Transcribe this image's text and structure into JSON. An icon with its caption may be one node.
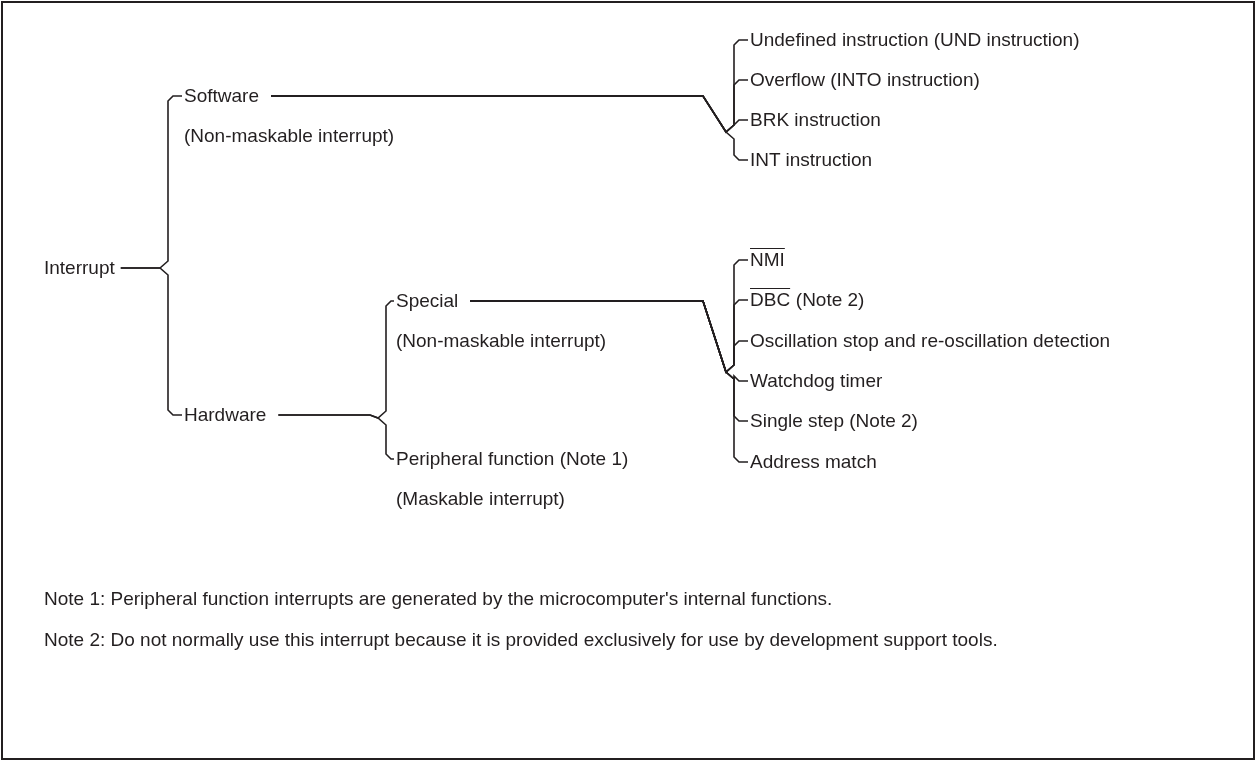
{
  "diagram": {
    "nodes": [
      {
        "text": [
          "Interrupt"
        ]
      },
      {
        "text": [
          "Software",
          "(Non-maskable interrupt)"
        ]
      },
      {
        "text": [
          "Hardware"
        ]
      },
      {
        "text": [
          "Undefined instruction (UND instruction)"
        ]
      },
      {
        "text": [
          "Overflow (INTO instruction)"
        ]
      },
      {
        "text": [
          "BRK instruction"
        ]
      },
      {
        "text": [
          "INT instruction"
        ]
      },
      {
        "text": [
          "Special",
          "(Non-maskable interrupt)"
        ]
      },
      {
        "text": [
          "Peripheral function (Note 1)",
          "(Maskable interrupt)"
        ]
      },
      {
        "text": [
          "NMI"
        ]
      },
      {
        "text": [
          "DBC",
          "(Note 2)"
        ]
      },
      {
        "text": [
          "Oscillation stop and re-oscillation detection"
        ]
      },
      {
        "text": [
          "Watchdog timer"
        ]
      },
      {
        "text": [
          "Single step (Note 2)"
        ]
      },
      {
        "text": [
          "Address match"
        ]
      }
    ],
    "edges": [
      {
        "from": 0,
        "to": 1,
        "arrow": "none"
      },
      {
        "from": 0,
        "to": 2,
        "arrow": "none"
      },
      {
        "from": 1,
        "to": 3,
        "arrow": "none"
      },
      {
        "from": 1,
        "to": 4,
        "arrow": "none"
      },
      {
        "from": 1,
        "to": 5,
        "arrow": "none"
      },
      {
        "from": 1,
        "to": 6,
        "arrow": "none"
      },
      {
        "from": 2,
        "to": 7,
        "arrow": "none"
      },
      {
        "from": 2,
        "to": 8,
        "arrow": "none"
      },
      {
        "from": 7,
        "to": 9,
        "arrow": "none"
      },
      {
        "from": 7,
        "to": 10,
        "arrow": "none"
      },
      {
        "from": 7,
        "to": 11,
        "arrow": "none"
      },
      {
        "from": 7,
        "to": 12,
        "arrow": "none"
      },
      {
        "from": 7,
        "to": 13,
        "arrow": "none"
      },
      {
        "from": 7,
        "to": 14,
        "arrow": "none"
      }
    ],
    "labels": [
      "Note 1: Peripheral function interrupts are generated by the microcomputer's internal functions.",
      "Note 2: Do not normally use this interrupt because it is provided exclusively for use by development support tools."
    ]
  }
}
